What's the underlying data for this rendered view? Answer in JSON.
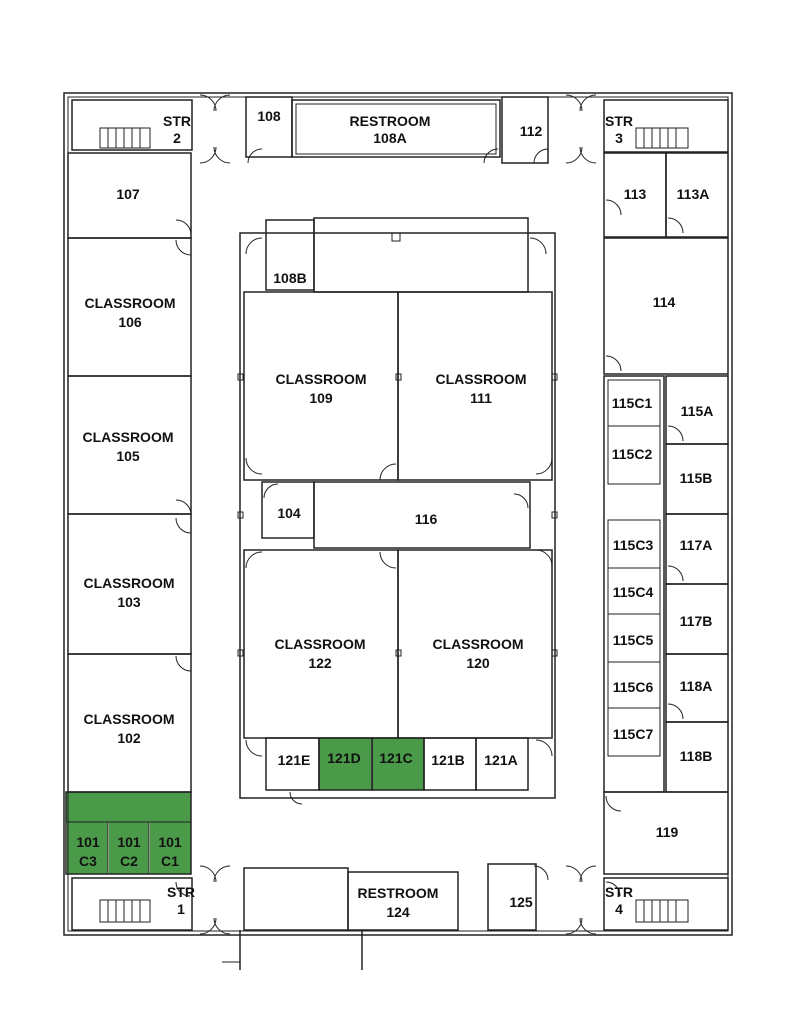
{
  "colors": {
    "background": "#ffffff",
    "wall": "#222222",
    "highlight": "#4a9a4a",
    "text": "#111111"
  },
  "rooms": {
    "str2": {
      "line1": "STR",
      "line2": "2"
    },
    "str3": {
      "line1": "STR",
      "line2": "3"
    },
    "str1": {
      "line1": "STR",
      "line2": "1"
    },
    "str4": {
      "line1": "STR",
      "line2": "4"
    },
    "r108": {
      "line1": "108"
    },
    "r108a": {
      "line1": "RESTROOM",
      "line2": "108A"
    },
    "r112": {
      "line1": "112"
    },
    "r107": {
      "line1": "107"
    },
    "r113": {
      "line1": "113"
    },
    "r113a": {
      "line1": "113A"
    },
    "r108b": {
      "line1": "108B"
    },
    "r106": {
      "line1": "CLASSROOM",
      "line2": "106"
    },
    "r114": {
      "line1": "114"
    },
    "r109": {
      "line1": "CLASSROOM",
      "line2": "109"
    },
    "r111": {
      "line1": "CLASSROOM",
      "line2": "111"
    },
    "r105": {
      "line1": "CLASSROOM",
      "line2": "105"
    },
    "r115c1": {
      "line1": "115C1"
    },
    "r115a": {
      "line1": "115A"
    },
    "r115c2": {
      "line1": "115C2"
    },
    "r115b": {
      "line1": "115B"
    },
    "r104": {
      "line1": "104"
    },
    "r116": {
      "line1": "116"
    },
    "r103": {
      "line1": "CLASSROOM",
      "line2": "103"
    },
    "r115c3": {
      "line1": "115C3"
    },
    "r117a": {
      "line1": "117A"
    },
    "r115c4": {
      "line1": "115C4"
    },
    "r117b": {
      "line1": "117B"
    },
    "r122": {
      "line1": "CLASSROOM",
      "line2": "122"
    },
    "r120": {
      "line1": "CLASSROOM",
      "line2": "120"
    },
    "r115c5": {
      "line1": "115C5"
    },
    "r115c6": {
      "line1": "115C6"
    },
    "r118a": {
      "line1": "118A"
    },
    "r102": {
      "line1": "CLASSROOM",
      "line2": "102"
    },
    "r115c7": {
      "line1": "115C7"
    },
    "r118b": {
      "line1": "118B"
    },
    "r121e": {
      "line1": "121E"
    },
    "r121d": {
      "line1": "121D"
    },
    "r121c": {
      "line1": "121C"
    },
    "r121b": {
      "line1": "121B"
    },
    "r121a": {
      "line1": "121A"
    },
    "r119": {
      "line1": "119"
    },
    "r101c3": {
      "line1": "101",
      "line2": "C3"
    },
    "r101c2": {
      "line1": "101",
      "line2": "C2"
    },
    "r101c1": {
      "line1": "101",
      "line2": "C1"
    },
    "r124": {
      "line1": "RESTROOM",
      "line2": "124"
    },
    "r125": {
      "line1": "125"
    }
  }
}
